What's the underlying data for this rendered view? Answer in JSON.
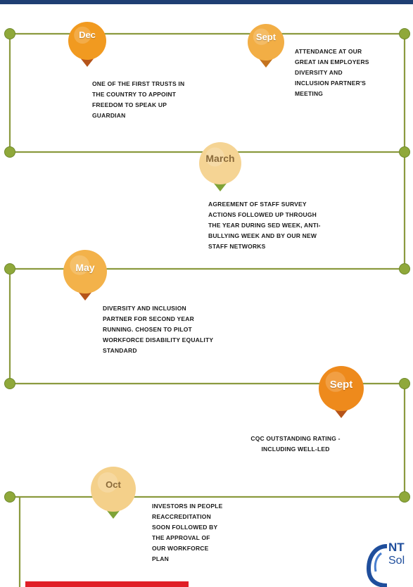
{
  "timeline": {
    "line_color": "#8b9a3f",
    "node_color": "#8fa83a",
    "entries": [
      {
        "month": "Dec",
        "marker_color": "#f19a20",
        "tip_color": "#b5541a",
        "text": "ONE OF THE FIRST TRUSTS IN\nTHE COUNTRY TO APPOINT\nFREEDOM TO SPEAK UP\nGUARDIAN"
      },
      {
        "month": "Sept",
        "marker_color": "#f2ae45",
        "tip_color": "#c4731f",
        "text": "ATTENDANCE AT OUR\nGREAT IAN EMPLOYERS\nDIVERSITY AND\nINCLUSION PARTNER'S\nMEETING"
      },
      {
        "month": "March",
        "marker_color": "#f5d494",
        "tip_color": "#7fa337",
        "text": "AGREEMENT OF STAFF SURVEY\nACTIONS FOLLOWED UP THROUGH\nTHE YEAR DURING SED WEEK, ANTI-\nBULLYING WEEK AND BY OUR NEW\nSTAFF NETWORKS"
      },
      {
        "month": "May",
        "marker_color": "#f3b24a",
        "tip_color": "#b5541a",
        "text": "DIVERSITY AND INCLUSION\nPARTNER FOR SECOND YEAR\nRUNNING. CHOSEN TO PILOT\nWORKFORCE DISABILITY EQUALITY\nSTANDARD"
      },
      {
        "month": "Sept",
        "marker_color": "#ee8a1c",
        "tip_color": "#b5541a",
        "text": "CQC OUTSTANDING RATING -\nINCLUDING WELL-LED"
      },
      {
        "month": "Oct",
        "marker_color": "#f4d08a",
        "tip_color": "#7fa337",
        "text": "INVESTORS IN PEOPLE\nREACCREDITATION\nSOON FOLLOWED BY\nTHE APPROVAL OF\nOUR WORKFORCE\nPLAN"
      }
    ]
  },
  "logo": {
    "text": "NT",
    "sub": "Sol"
  },
  "colors": {
    "top_bar": "#1f3f73",
    "red_bar": "#e01e26",
    "logo_blue": "#1f4e9c"
  }
}
